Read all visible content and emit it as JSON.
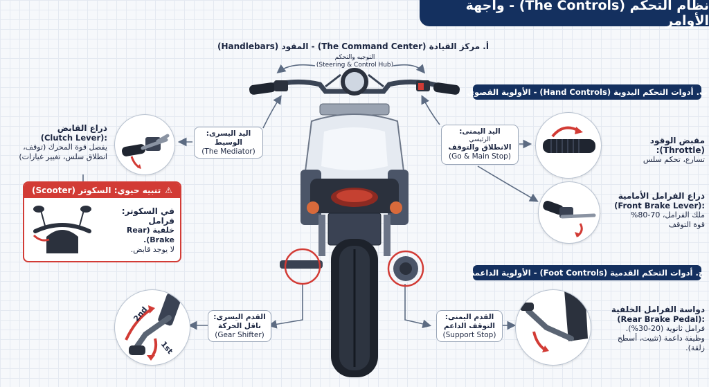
{
  "title": "نظام التحكم (The Controls) - واجهة الأوامر",
  "section_a": {
    "heading": "أ. مركز القيادة (The Command Center) - المقود (Handlebars)",
    "hub_ar": "التوجيه والتحكم",
    "hub_en": "(Steering & Control Hub)"
  },
  "left_hand": {
    "line1": "اليد اليسرى:",
    "line2": "الوسيط",
    "line3": "(The Mediator)"
  },
  "right_hand": {
    "line1": "اليد اليمنى:",
    "line2": "الرئيسي",
    "line3": "الانطلاق والتوقف",
    "line4": "(Go & Main Stop)"
  },
  "clutch": {
    "title": "ذراع القابض",
    "en": "(Clutch Lever):",
    "desc1": "يفصل قوة المحرك (توقف،",
    "desc2": "انطلاق سلس، تغيير غيارات)"
  },
  "scooter_warning": {
    "heading": "تنبيه حيوي: السكوتر (Scooter)",
    "line1": "في السكوتر: فرامل",
    "line2": "خلفية (Rear Brake).",
    "line3": "لا يوجد قابض."
  },
  "section_b": {
    "heading": "ب. أدوات التحكم اليدوية (Hand Controls) - الأولوية القصوى"
  },
  "throttle": {
    "title": "مقبض الوقود (Throttle):",
    "desc": "تسارع، تحكم سلس"
  },
  "front_brake": {
    "title": "ذراع الفرامل الأمامية",
    "en": "(Front Brake Lever):",
    "desc1": "ملك الفرامل، 70-80%",
    "desc2": "قوة التوقف"
  },
  "section_c": {
    "heading": "ج. أدوات التحكم القدمية (Foot Controls) - الأولوية الداعمة"
  },
  "left_foot": {
    "line1": "القدم اليسرى:",
    "line2": "ناقل الحركة",
    "line3": "(Gear Shifter)"
  },
  "right_foot": {
    "line1": "القدم اليمنى:",
    "line2": "التوقف الداعم",
    "line3": "(Support Stop)"
  },
  "gear_labels": {
    "up": "2nd",
    "down": "1st"
  },
  "rear_brake": {
    "title": "دواسة الفرامل الخلفية",
    "en": "(Rear Brake Pedal):",
    "desc1": "فرامل ثانوية (20-30%).",
    "desc2": "وظيفة داعمة (تثبيت، أسطح",
    "desc3": "زلقة)."
  },
  "colors": {
    "navy": "#14305f",
    "red": "#d23b35",
    "arrow": "#5c6b82"
  },
  "icons": [
    "clutch-lever-icon",
    "throttle-icon",
    "front-brake-lever-icon",
    "scooter-handlebar-icon",
    "gear-shifter-icon",
    "rear-brake-pedal-icon",
    "motorcycle-illustration"
  ]
}
